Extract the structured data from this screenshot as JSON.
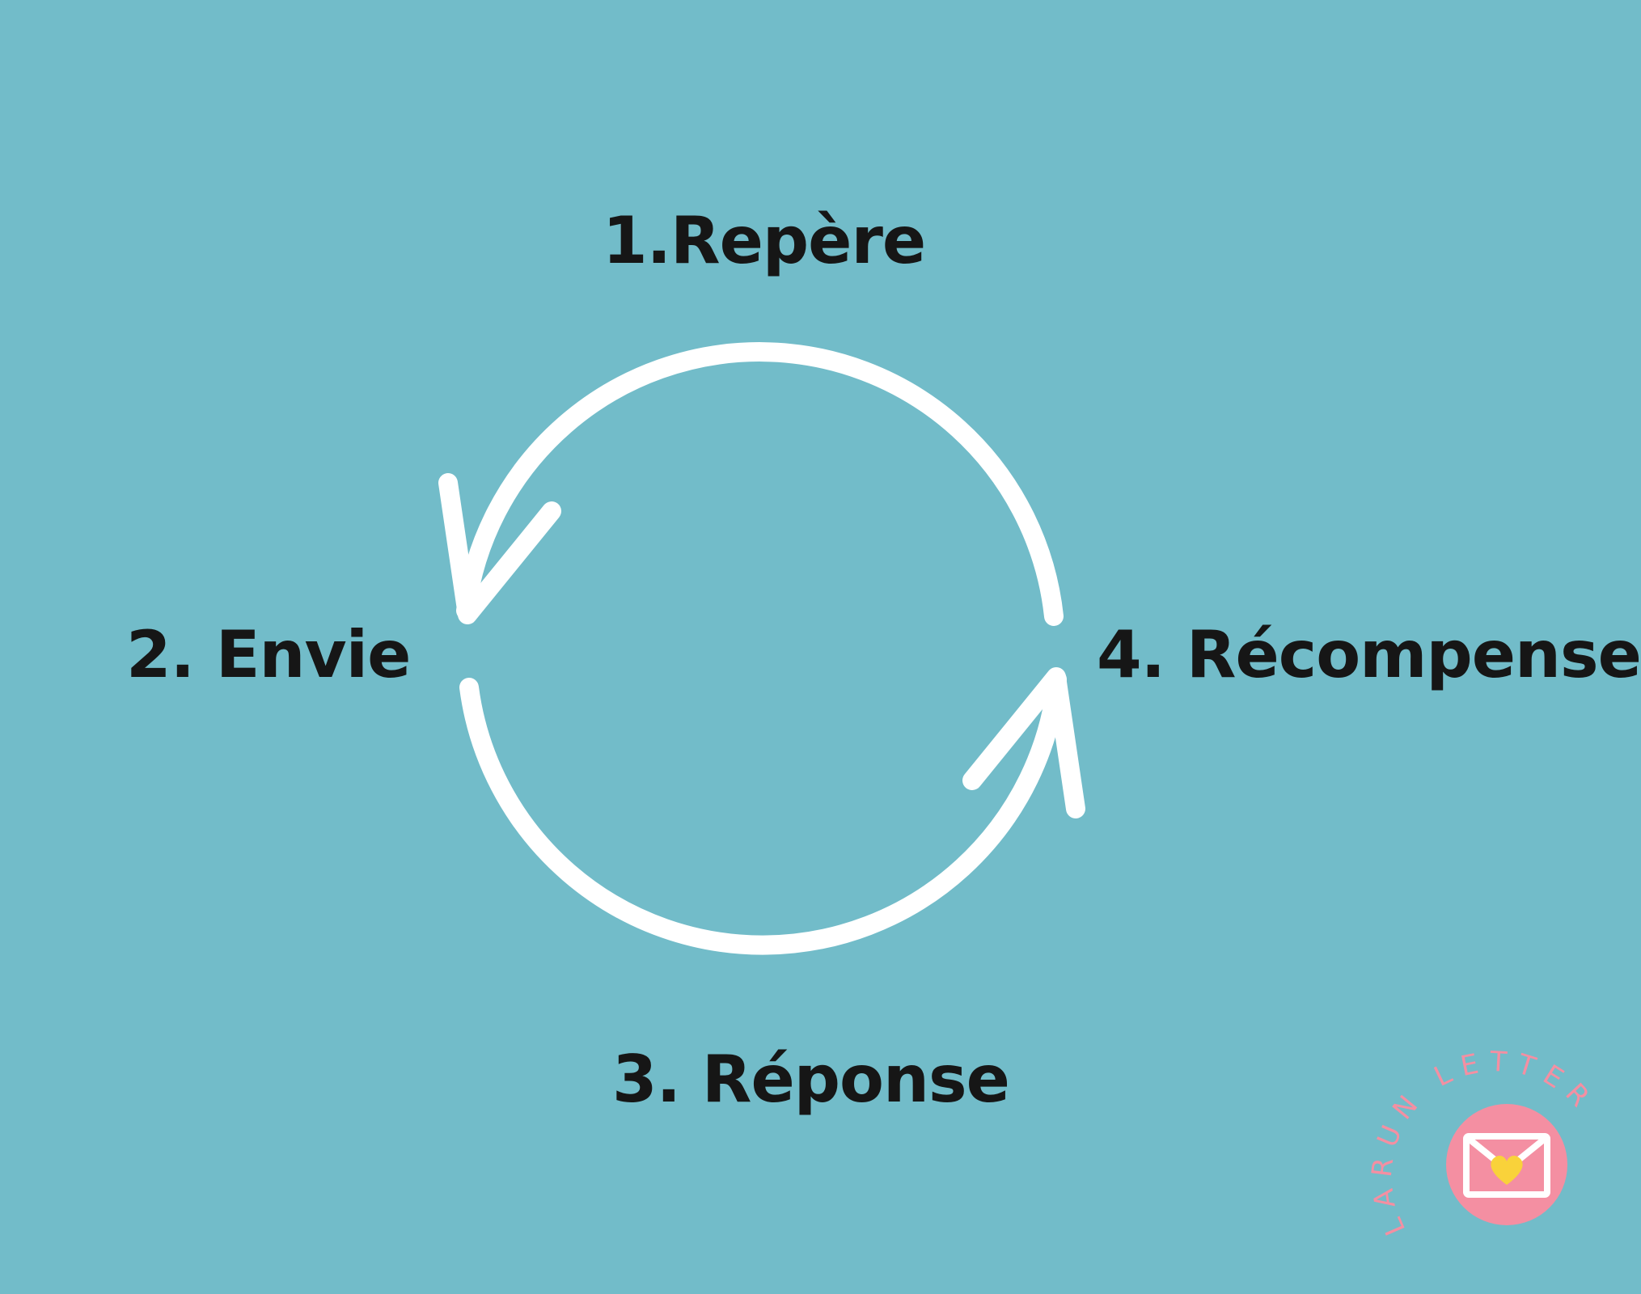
{
  "steps": [
    {
      "label": "1.Repère"
    },
    {
      "label": "2. Envie"
    },
    {
      "label": "3. Réponse"
    },
    {
      "label": "4. Récompense"
    }
  ],
  "logo": {
    "text": "LARUN LETTER",
    "icon": "envelope-heart-icon"
  },
  "colors": {
    "background": "#72bcc9",
    "text": "#161616",
    "arrows": "#ffffff",
    "logo_circle": "#f48fa2",
    "logo_heart": "#f9d23a"
  }
}
